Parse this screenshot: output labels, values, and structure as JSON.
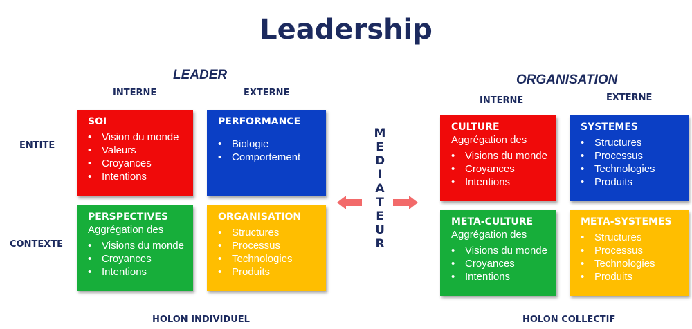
{
  "title": "Leadership",
  "leader": {
    "heading": "LEADER",
    "interne": "INTERNE",
    "externe": "EXTERNE",
    "footer": "HOLON INDIVIDUEL"
  },
  "organisation": {
    "heading": "ORGANISATION",
    "interne": "INTERNE",
    "externe": "EXTERNE",
    "footer": "HOLON COLLECTIF"
  },
  "rows": {
    "entite": "ENTITE",
    "contexte": "CONTEXTE"
  },
  "mediator": [
    "M",
    "E",
    "D",
    "I",
    "A",
    "T",
    "E",
    "U",
    "R"
  ],
  "boxes": {
    "soi": {
      "title": "SOI",
      "items": [
        "Vision du monde",
        "Valeurs",
        "Croyances",
        "Intentions"
      ],
      "color": "#f00a0a"
    },
    "performance": {
      "title": "PERFORMANCE",
      "items": [
        "Biologie",
        "Comportement"
      ],
      "color": "#0b3fc5"
    },
    "perspectives": {
      "title": "PERSPECTIVES",
      "subtitle": "Aggrégation des",
      "items": [
        "Visions du monde",
        "Croyances",
        "Intentions"
      ],
      "color": "#17ae3a"
    },
    "organisation": {
      "title": "ORGANISATION",
      "items": [
        "Structures",
        "Processus",
        "Technologies",
        "Produits"
      ],
      "color": "#ffbe00"
    },
    "culture": {
      "title": "CULTURE",
      "subtitle": "Aggrégation des",
      "items": [
        "Visions du monde",
        "Croyances",
        "Intentions"
      ],
      "color": "#f00a0a"
    },
    "systemes": {
      "title": "SYSTEMES",
      "items": [
        "Structures",
        "Processus",
        "Technologies",
        "Produits"
      ],
      "color": "#0b3fc5"
    },
    "meta_culture": {
      "title": "META-CULTURE",
      "subtitle": "Aggrégation des",
      "items": [
        "Visions du monde",
        "Croyances",
        "Intentions"
      ],
      "color": "#17ae3a"
    },
    "meta_systemes": {
      "title": "META-SYSTEMES",
      "items": [
        "Structures",
        "Processus",
        "Technologies",
        "Produits"
      ],
      "color": "#ffbe00"
    }
  },
  "arrow_color": "#f26a6a"
}
